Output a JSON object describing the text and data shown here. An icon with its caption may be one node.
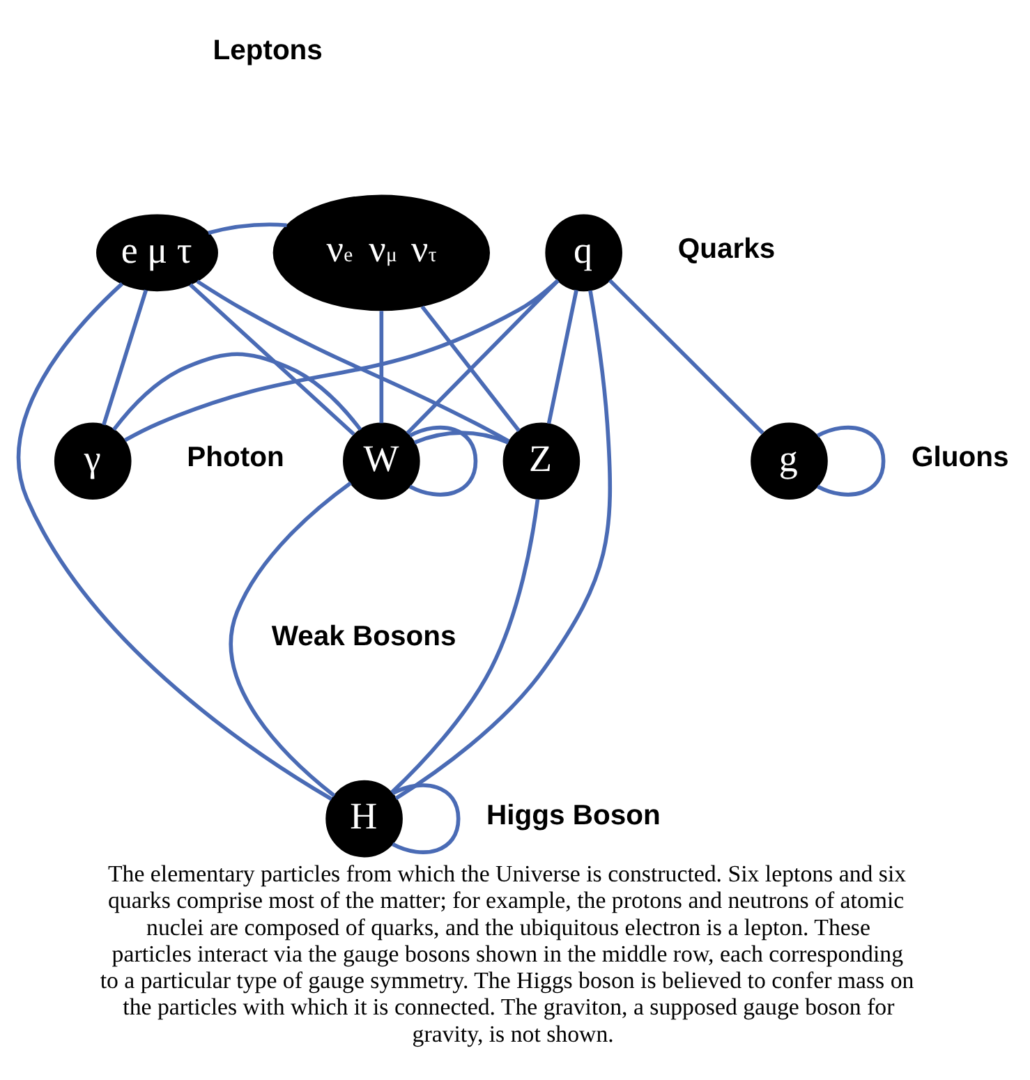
{
  "diagram": {
    "caption": "The elementary particles from which the Universe is constructed. Six leptons and six quarks comprise most of the matter; for example, the protons and neutrons of atomic nuclei are composed of quarks, and the ubiquitous electron is a lepton. These particles interact via the gauge bosons shown in the middle row, each corresponding to a particular type of gauge symmetry. The Higgs boson is believed to confer mass on the particles with which it is connected. The graviton, a supposed gauge boson for gravity, is not shown.",
    "nodes": [
      {
        "text": [
          "e μ τ"
        ]
      },
      {
        "text": [
          "ν$_{e}$ ν$_{μ}$ ν$_{τ}$"
        ]
      },
      {
        "text": [
          "q"
        ],
        "beside": [
          "Quarks"
        ]
      },
      {
        "text": [
          "γ"
        ],
        "beside": [
          "Photon"
        ]
      },
      {
        "text": [
          "W"
        ]
      },
      {
        "text": [
          "Z"
        ]
      },
      {
        "text": [
          "g"
        ],
        "beside": [
          "Gluons"
        ]
      },
      {
        "text": [
          "H"
        ],
        "beside": [
          "Higgs Boson"
        ]
      }
    ],
    "edges": [
      {
        "from": 0,
        "to": 1,
        "arrow": "none"
      },
      {
        "from": 0,
        "to": 3,
        "arrow": "none"
      },
      {
        "from": 0,
        "to": 7,
        "arrow": "none"
      },
      {
        "from": 0,
        "to": 4,
        "arrow": "none"
      },
      {
        "from": 0,
        "to": 5,
        "arrow": "none"
      },
      {
        "from": 1,
        "to": 4,
        "arrow": "none"
      },
      {
        "from": 1,
        "to": 5,
        "arrow": "none"
      },
      {
        "from": 2,
        "to": 3,
        "arrow": "none"
      },
      {
        "from": 2,
        "to": 4,
        "arrow": "none"
      },
      {
        "from": 2,
        "to": 5,
        "arrow": "none"
      },
      {
        "from": 2,
        "to": 7,
        "arrow": "none"
      },
      {
        "from": 2,
        "to": 6,
        "arrow": "none"
      },
      {
        "from": 4,
        "to": 4,
        "arrow": "none"
      },
      {
        "from": 4,
        "to": 3,
        "arrow": "none"
      },
      {
        "from": 4,
        "to": 5,
        "arrow": "none"
      },
      {
        "from": 4,
        "to": 7,
        "arrow": "none"
      },
      {
        "from": 5,
        "to": 7,
        "arrow": "none"
      },
      {
        "from": 6,
        "to": 6,
        "arrow": "none"
      },
      {
        "from": 7,
        "to": 7,
        "arrow": "none"
      }
    ],
    "labels": [
      "Leptons",
      "Weak Bosons"
    ]
  }
}
